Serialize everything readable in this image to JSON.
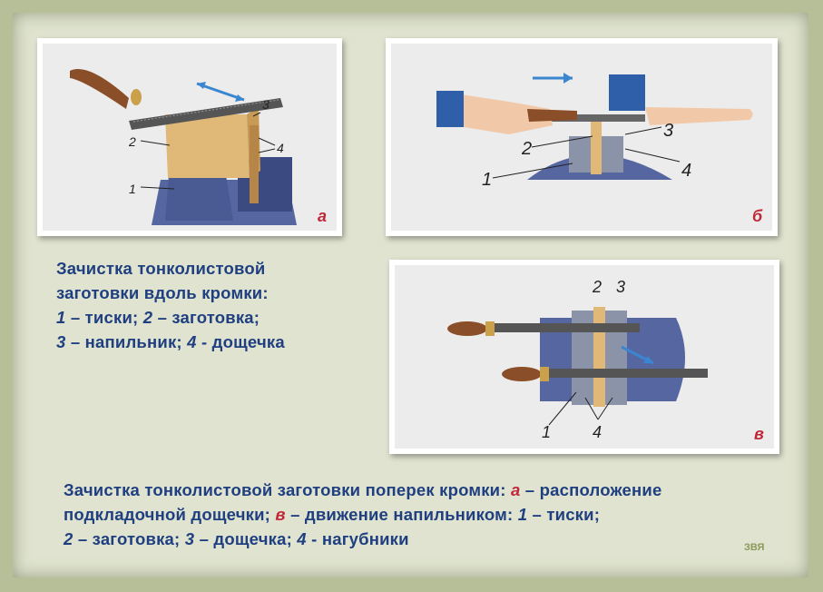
{
  "panels": {
    "a": {
      "letter": "а",
      "labels": [
        "1",
        "2",
        "3",
        "4"
      ]
    },
    "b": {
      "letter": "б",
      "labels": [
        "1",
        "2",
        "3",
        "4"
      ]
    },
    "v": {
      "letter": "в",
      "labels": [
        "1",
        "2",
        "3",
        "4"
      ]
    }
  },
  "caption1": {
    "line1": "Зачистка тонколистовой",
    "line2": "заготовки вдоль кромки:",
    "line3_n1": "1",
    "line3_t1": " – тиски; ",
    "line3_n2": "2",
    "line3_t2": " – заготовка;",
    "line4_n3": "3",
    "line4_t3": " – напильник; ",
    "line4_n4": "4",
    "line4_t4": " - дощечка"
  },
  "caption2": {
    "p1": "Зачистка тонколистовой заготовки поперек кромки: ",
    "a": "а",
    "p2": " – расположение",
    "p3": "подкладочной дощечки; ",
    "v": "в",
    "p4": " – движение напильником: ",
    "n1": "1",
    "p5": " – тиски;",
    "n2": "2",
    "p6": " – заготовка; ",
    "n3": "3",
    "p7": " – дощечка; ",
    "n4": "4",
    "p8": " - нагубники"
  },
  "signature": "ЗВЯ"
}
